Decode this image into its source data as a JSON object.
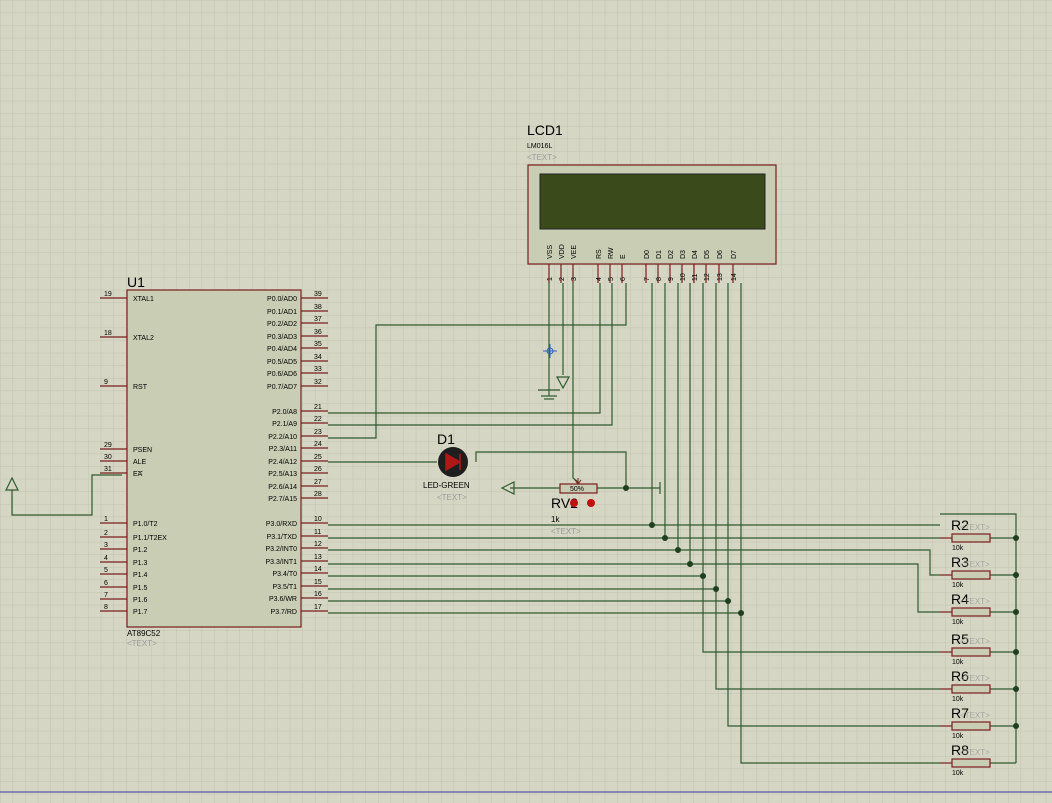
{
  "u1": {
    "ref": "U1",
    "part": "AT89C52",
    "text_placeholder": "<TEXT>",
    "left_pins": [
      {
        "num": "19",
        "name": "XTAL1"
      },
      {
        "num": "18",
        "name": "XTAL2"
      },
      {
        "num": "9",
        "name": "RST"
      },
      {
        "num": "29",
        "name": "PSEN"
      },
      {
        "num": "30",
        "name": "ALE"
      },
      {
        "num": "31",
        "name": "EA"
      },
      {
        "num": "1",
        "name": "P1.0/T2"
      },
      {
        "num": "2",
        "name": "P1.1/T2EX"
      },
      {
        "num": "3",
        "name": "P1.2"
      },
      {
        "num": "4",
        "name": "P1.3"
      },
      {
        "num": "5",
        "name": "P1.4"
      },
      {
        "num": "6",
        "name": "P1.5"
      },
      {
        "num": "7",
        "name": "P1.6"
      },
      {
        "num": "8",
        "name": "P1.7"
      }
    ],
    "right_pins": [
      {
        "num": "39",
        "name": "P0.0/AD0"
      },
      {
        "num": "38",
        "name": "P0.1/AD1"
      },
      {
        "num": "37",
        "name": "P0.2/AD2"
      },
      {
        "num": "36",
        "name": "P0.3/AD3"
      },
      {
        "num": "35",
        "name": "P0.4/AD4"
      },
      {
        "num": "34",
        "name": "P0.5/AD5"
      },
      {
        "num": "33",
        "name": "P0.6/AD6"
      },
      {
        "num": "32",
        "name": "P0.7/AD7"
      },
      {
        "num": "21",
        "name": "P2.0/A8"
      },
      {
        "num": "22",
        "name": "P2.1/A9"
      },
      {
        "num": "23",
        "name": "P2.2/A10"
      },
      {
        "num": "24",
        "name": "P2.3/A11"
      },
      {
        "num": "25",
        "name": "P2.4/A12"
      },
      {
        "num": "26",
        "name": "P2.5/A13"
      },
      {
        "num": "27",
        "name": "P2.6/A14"
      },
      {
        "num": "28",
        "name": "P2.7/A15"
      },
      {
        "num": "10",
        "name": "P3.0/RXD"
      },
      {
        "num": "11",
        "name": "P3.1/TXD"
      },
      {
        "num": "12",
        "name": "P3.2/INT0"
      },
      {
        "num": "13",
        "name": "P3.3/INT1"
      },
      {
        "num": "14",
        "name": "P3.4/T0"
      },
      {
        "num": "15",
        "name": "P3.5/T1"
      },
      {
        "num": "16",
        "name": "P3.6/WR"
      },
      {
        "num": "17",
        "name": "P3.7/RD"
      }
    ]
  },
  "lcd1": {
    "ref": "LCD1",
    "part": "LM016L",
    "text_placeholder": "<TEXT>",
    "pins": [
      {
        "num": "1",
        "name": "VSS"
      },
      {
        "num": "2",
        "name": "VDD"
      },
      {
        "num": "3",
        "name": "VEE"
      },
      {
        "num": "4",
        "name": "RS"
      },
      {
        "num": "5",
        "name": "RW"
      },
      {
        "num": "6",
        "name": "E"
      },
      {
        "num": "7",
        "name": "D0"
      },
      {
        "num": "8",
        "name": "D1"
      },
      {
        "num": "9",
        "name": "D2"
      },
      {
        "num": "10",
        "name": "D3"
      },
      {
        "num": "11",
        "name": "D4"
      },
      {
        "num": "12",
        "name": "D5"
      },
      {
        "num": "13",
        "name": "D6"
      },
      {
        "num": "14",
        "name": "D7"
      }
    ],
    "screen_color": "#3a4a1a"
  },
  "d1": {
    "ref": "D1",
    "part": "LED-GREEN",
    "text_placeholder": "<TEXT>"
  },
  "rv2": {
    "ref": "RV2",
    "value": "1k",
    "text_placeholder": "<TEXT>",
    "wiper_label": "50%"
  },
  "resistors": [
    {
      "ref": "R2",
      "value": "10k",
      "text_placeholder": "<TEXT>"
    },
    {
      "ref": "R3",
      "value": "10k",
      "text_placeholder": "<TEXT>"
    },
    {
      "ref": "R4",
      "value": "10k",
      "text_placeholder": "<TEXT>"
    },
    {
      "ref": "R5",
      "value": "10k",
      "text_placeholder": "<TEXT>"
    },
    {
      "ref": "R6",
      "value": "10k",
      "text_placeholder": "<TEXT>"
    },
    {
      "ref": "R7",
      "value": "10k",
      "text_placeholder": "<TEXT>"
    },
    {
      "ref": "R8",
      "value": "10k",
      "text_placeholder": "<TEXT>"
    }
  ],
  "colors": {
    "background": "#d6d6c4",
    "grid": "#c3c3b0",
    "wire": "#2d5a2d",
    "pin": "#7a1d1d",
    "component_body": "#c9cdb4"
  }
}
